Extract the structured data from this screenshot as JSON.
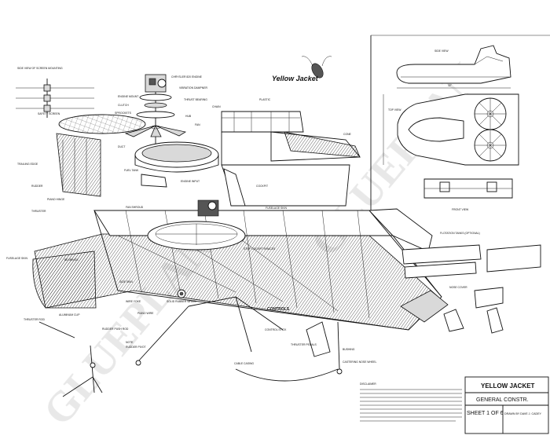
{
  "title_art": "Yellow Jacket",
  "watermark": "GLUEPLAN",
  "views": {
    "side": "SIDE VIEW",
    "top": "TOP VIEW",
    "front": "FRONT VIEW",
    "side_screen": "SIDE VIEW OF SCREEN MOUNTING",
    "flotation": "FLOTATION TANKS (OPTIONAL)"
  },
  "labels": {
    "engine": "CHRYSLER 820 ENGINE",
    "vibration_damper": "VIBRATION DAMPNER",
    "engine_mount": "ENGINE MOUNT",
    "thrust_bearing": "THRUST BEARING",
    "clutch": "CLUTCH",
    "chain": "CHAIN",
    "sprockets": "SPROCKETS",
    "hub": "HUB",
    "fan": "FAN",
    "safety_screen": "SAFETY SCREEN",
    "duct": "DUCT",
    "fuel_tank": "FUEL TANK",
    "trailing_edge": "TRAILING EDGE",
    "rudder": "RUDDER",
    "engine_inpt": "ENGINE INPUT",
    "fan_shroud": "FAN SHROUD",
    "piano_hinge": "PIANO HINGE",
    "thruster": "THRUSTER",
    "fuselage_skin": "FUSELAGE SKIN",
    "bearings": "BEARINGS",
    "side_skin": "SIDE SKIN",
    "plastic": "PLASTIC",
    "cone": "CONE",
    "cockpit": "COCKPIT",
    "fuselage_skin_2": "FUSELAGE SKIN",
    "side_skin_2": "SIDE SKIN",
    "stiff_cockpit": "STIFF COCKPIT BRACES",
    "solid_rubber_wheel": "SOLID RUBBER WHEEL",
    "wire_yoke": "WIRE YOKE",
    "piano_wire": "PIANO WIRE",
    "rudder_push_rod": "RUDDER PUSH ROD",
    "controls": "CONTROLS",
    "control_stick": "CONTROL STICK",
    "thruster_pedals": "THRUSTER PEDALS",
    "bushing": "BUSHING",
    "castering_nose_wheel": "CASTERING NOSE WHEEL",
    "cable_casing": "CABLE CASING",
    "nose_cover": "NOSE COVER",
    "note": "NOTE",
    "note_text": "RUDDER PIVOT",
    "thruster_rod": "THRUSTER ROD",
    "aluminum_clip": "ALUMINUM CLIP"
  },
  "title_block": {
    "name": "YELLOW JACKET",
    "type": "GENERAL CONSTR.",
    "sheet": "SHEET 1 OF 6",
    "drawn_by": "DRAWN BY DAVE J. CADEY"
  },
  "disclaimer": "DISCLAIMER"
}
